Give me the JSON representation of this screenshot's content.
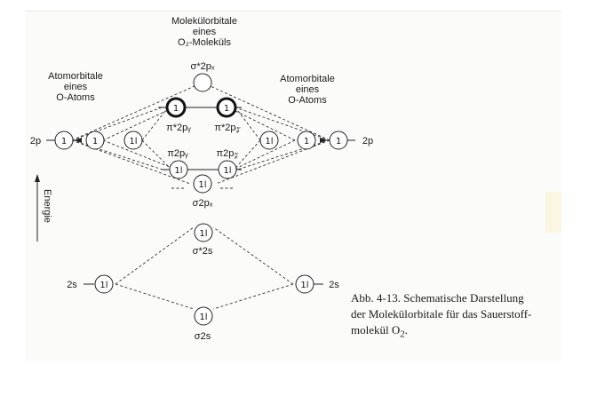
{
  "header": {
    "line1": "Molekülorbitale",
    "line2": "eines",
    "line3": "O₂-Moleküls"
  },
  "left_label": {
    "line1": "Atomorbitale",
    "line2": "eines",
    "line3": "O-Atoms"
  },
  "right_label": {
    "line1": "Atomorbitale",
    "line2": "eines",
    "line3": "O-Atoms"
  },
  "axis_label": "Energie",
  "orbitals": {
    "sigma_star_2px": {
      "label": "σ*2pₓ",
      "occupancy": ""
    },
    "pi_star_2py": {
      "label": "π*2pᵧ",
      "occupancy": "1"
    },
    "pi_star_2pz": {
      "label": "π*2p𝓏",
      "occupancy": "1"
    },
    "pi_2py": {
      "label": "π2pᵧ",
      "occupancy": "1l"
    },
    "pi_2pz": {
      "label": "π2p𝓏",
      "occupancy": "1l"
    },
    "sigma_2px": {
      "label": "σ2pₓ",
      "occupancy": "1l"
    },
    "sigma_star_2s": {
      "label": "σ*2s",
      "occupancy": "1l"
    },
    "sigma_2s": {
      "label": "σ2s",
      "occupancy": "1l"
    }
  },
  "left_atom": {
    "p_label": "2p",
    "p_occupancies": [
      "1",
      "1",
      "1l"
    ],
    "s_label": "2s",
    "s_occupancy": "1l"
  },
  "right_atom": {
    "p_label": "2p",
    "p_occupancies": [
      "1l",
      "1",
      "1"
    ],
    "s_label": "2s",
    "s_occupancy": "1l"
  },
  "caption": {
    "line1": "Abb. 4-13. Schematische Darstellung",
    "line2": "der Molekülorbitale für das Sauerstoff-",
    "line3_text": "molekül O",
    "line3_sub": "2",
    "line3_end": "."
  }
}
